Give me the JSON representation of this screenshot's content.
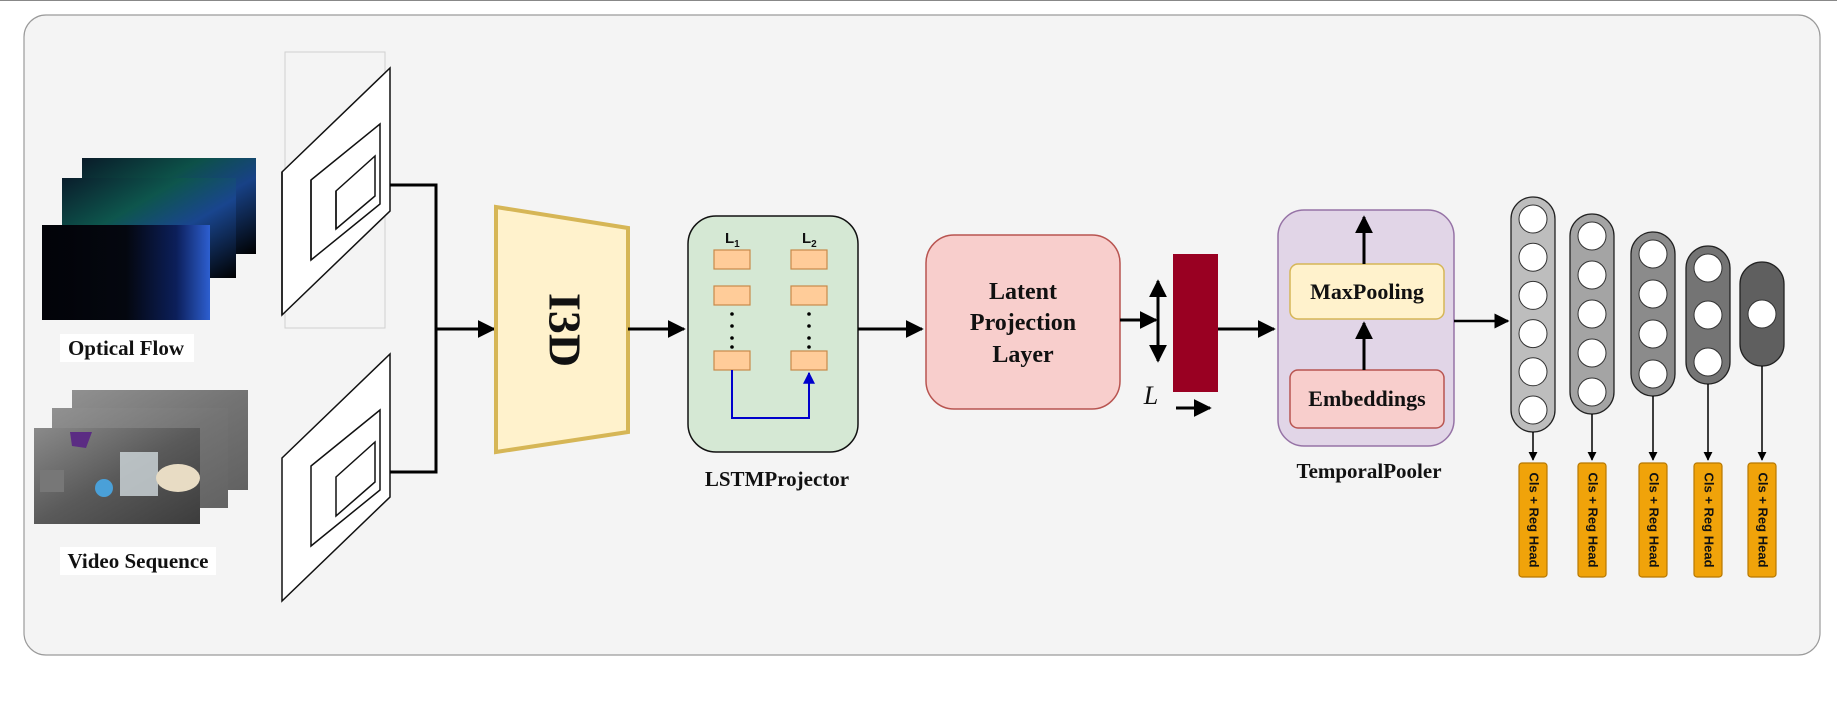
{
  "labels": {
    "optical_flow": "Optical Flow",
    "video_sequence": "Video Sequence",
    "i3d": "I3D",
    "lstm_projector": "LSTMProjector",
    "l1": "L",
    "l1_sub": "1",
    "l2": "L",
    "l2_sub": "2",
    "latent_line1": "Latent",
    "latent_line2": "Projection",
    "latent_line3": "Layer",
    "length_symbol": "L",
    "maxpooling": "MaxPooling",
    "embeddings": "Embeddings",
    "temporal_pooler": "TemporalPooler"
  },
  "heads": [
    {
      "label": "Cls + Reg Head",
      "nodes": 6,
      "color": "#bdbdbd"
    },
    {
      "label": "Cls + Reg Head",
      "nodes": 5,
      "color": "#a4a4a4"
    },
    {
      "label": "Cls + Reg Head",
      "nodes": 4,
      "color": "#8b8b8b"
    },
    {
      "label": "Cls + Reg Head",
      "nodes": 3,
      "color": "#747474"
    },
    {
      "label": "Cls + Reg Head",
      "nodes": 1,
      "color": "#5f5f5f"
    }
  ],
  "colors": {
    "panel_bg": "#f4f4f4",
    "i3d_fill": "#fff2cc",
    "i3d_stroke": "#d6b656",
    "lstm_fill": "#d5e8d4",
    "lstm_cell": "#ffcc99",
    "latent_fill": "#f8cecc",
    "latent_stroke": "#b85450",
    "feature_bar": "#990022",
    "pooler_fill": "#e1d5e7",
    "pooler_stroke": "#9673a6",
    "maxpool_fill": "#fff2cc",
    "embed_fill": "#f8cecc",
    "head_fill": "#f0a30a",
    "lstm_arrow": "#0000cc"
  }
}
